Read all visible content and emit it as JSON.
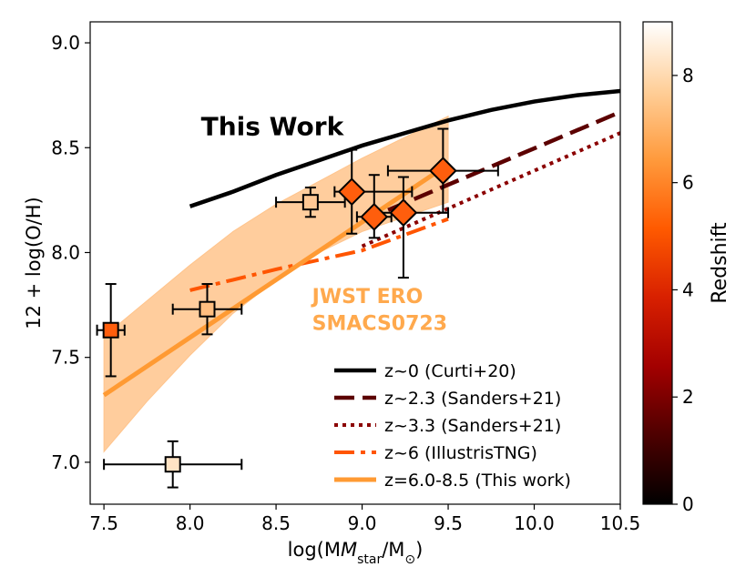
{
  "chart_data": {
    "type": "scatter",
    "xlabel": "log(M",
    "xlabel_sub": "star",
    "xlabel_tail": "/M",
    "xlabel_sun": "⊙",
    "xlabel_close": ")",
    "ylabel": "12 + log(O/H)",
    "xlim": [
      7.42,
      10.5
    ],
    "ylim": [
      6.8,
      9.1
    ],
    "x_ticks": [
      7.5,
      8.0,
      8.5,
      9.0,
      9.5,
      10.0,
      10.5
    ],
    "x_tick_labels": [
      "7.5",
      "8.0",
      "8.5",
      "9.0",
      "9.5",
      "10.0",
      "10.5"
    ],
    "y_ticks": [
      7.0,
      7.5,
      8.0,
      8.5,
      9.0
    ],
    "y_tick_labels": [
      "7.0",
      "7.5",
      "8.0",
      "8.5",
      "9.0"
    ],
    "grid": false,
    "legend_position": "lower-right",
    "colorbar": {
      "label": "Redshift",
      "range": [
        0,
        9
      ],
      "ticks": [
        0,
        2,
        4,
        6,
        8
      ],
      "tick_labels": [
        "0",
        "2",
        "4",
        "6",
        "8"
      ],
      "colormap": [
        "#000000",
        "#4d0000",
        "#a30000",
        "#d82000",
        "#ff5a00",
        "#ff9a3c",
        "#ffcf99",
        "#ffffff"
      ]
    },
    "annotations": [
      {
        "text": "This Work",
        "x": 8.0,
        "y": 8.56,
        "color": "#000000"
      },
      {
        "text": "JWST ERO",
        "x": 8.72,
        "y": 7.76,
        "color": "#ffa94d"
      },
      {
        "text": "SMACS0723",
        "x": 8.72,
        "y": 7.63,
        "color": "#ffa94d"
      }
    ],
    "lines": [
      {
        "name": "z~0 (Curti+20)",
        "style": "solid",
        "color": "#000000",
        "width": 4.5,
        "x": [
          8.0,
          8.25,
          8.5,
          8.75,
          9.0,
          9.25,
          9.5,
          9.75,
          10.0,
          10.25,
          10.5
        ],
        "y": [
          8.22,
          8.29,
          8.37,
          8.44,
          8.51,
          8.57,
          8.63,
          8.68,
          8.72,
          8.75,
          8.77
        ]
      },
      {
        "name": "z~2.3 (Sanders+21)",
        "style": "dashed",
        "color": "#5c0000",
        "width": 4.5,
        "x": [
          9.0,
          10.5
        ],
        "y": [
          8.15,
          8.67
        ]
      },
      {
        "name": "z~3.3 (Sanders+21)",
        "style": "dotted",
        "color": "#8b0000",
        "width": 4,
        "x": [
          9.0,
          10.5
        ],
        "y": [
          8.03,
          8.57
        ]
      },
      {
        "name": "z~6 (IllustrisTNG)",
        "style": "dashdot",
        "color": "#ff5500",
        "width": 4,
        "x": [
          8.0,
          8.5,
          9.0,
          9.5
        ],
        "y": [
          7.82,
          7.92,
          8.01,
          8.16
        ]
      },
      {
        "name": "z=6.0-8.5 (This work)",
        "style": "solid",
        "color": "#ff9a33",
        "width": 5,
        "x": [
          7.5,
          9.5
        ],
        "y": [
          7.32,
          8.42
        ]
      }
    ],
    "band": {
      "color": "#ffc48c",
      "x": [
        7.5,
        7.75,
        8.0,
        8.25,
        8.5,
        8.75,
        9.0,
        9.25,
        9.5
      ],
      "y_low": [
        7.05,
        7.29,
        7.51,
        7.71,
        7.87,
        8.0,
        8.1,
        8.17,
        8.24
      ],
      "y_high": [
        7.6,
        7.77,
        7.94,
        8.1,
        8.23,
        8.34,
        8.45,
        8.55,
        8.65
      ]
    },
    "squares": [
      {
        "x": 7.54,
        "y": 7.63,
        "xerr": [
          0.08,
          0.08
        ],
        "yerr": [
          0.22,
          0.22
        ],
        "color": "#ff5e0d"
      },
      {
        "x": 7.9,
        "y": 6.99,
        "xerr": [
          0.4,
          0.4
        ],
        "yerr": [
          0.11,
          0.11
        ],
        "color": "#ffe3c4"
      },
      {
        "x": 8.1,
        "y": 7.73,
        "xerr": [
          0.2,
          0.2
        ],
        "yerr": [
          0.12,
          0.12
        ],
        "color": "#ffbe80"
      },
      {
        "x": 8.7,
        "y": 8.24,
        "xerr": [
          0.2,
          0.2
        ],
        "yerr": [
          0.07,
          0.07
        ],
        "color": "#ffc894"
      }
    ],
    "diamonds": [
      {
        "x": 8.94,
        "y": 8.29,
        "xerr": [
          0.1,
          0.35
        ],
        "yerr": [
          0.2,
          0.2
        ],
        "color": "#ff5e0d"
      },
      {
        "x": 9.07,
        "y": 8.17,
        "xerr": [
          0.1,
          0.1
        ],
        "yerr": [
          0.1,
          0.2
        ],
        "color": "#ff5e0d"
      },
      {
        "x": 9.24,
        "y": 8.19,
        "xerr": [
          0.16,
          0.26
        ],
        "yerr": [
          0.31,
          0.17
        ],
        "color": "#ff5e0d"
      },
      {
        "x": 9.47,
        "y": 8.39,
        "xerr": [
          0.32,
          0.32
        ],
        "yerr": [
          0.2,
          0.2
        ],
        "color": "#ff5e0d"
      }
    ]
  }
}
